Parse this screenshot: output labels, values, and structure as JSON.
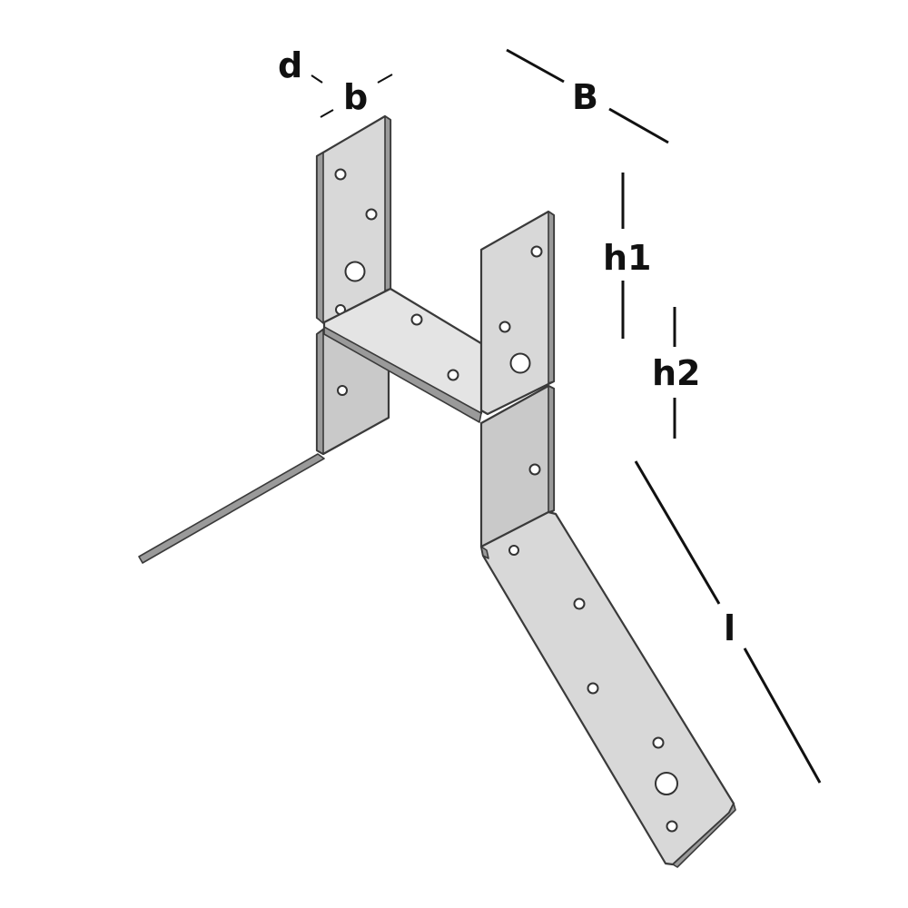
{
  "dimensions": {
    "d": "d",
    "b": "b",
    "B": "B",
    "h1": "h1",
    "h2": "h2",
    "l": "l"
  },
  "colors": {
    "metal": "#d8d8d8",
    "outline": "#3a3a3a",
    "dimension": "#111111"
  }
}
